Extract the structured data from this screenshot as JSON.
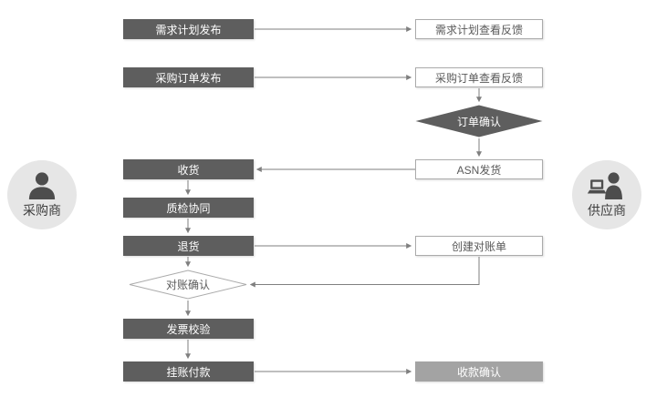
{
  "diagram": {
    "type": "flowchart",
    "actors": {
      "buyer": {
        "label": "采购商",
        "icon": "person-icon"
      },
      "supplier": {
        "label": "供应商",
        "icon": "person-laptop-icon"
      }
    },
    "nodes": {
      "demand_plan_publish": {
        "label": "需求计划发布",
        "style": "dark-filled"
      },
      "demand_plan_feedback": {
        "label": "需求计划查看反馈",
        "style": "light-outline"
      },
      "po_publish": {
        "label": "采购订单发布",
        "style": "dark-filled"
      },
      "po_feedback": {
        "label": "采购订单查看反馈",
        "style": "light-outline"
      },
      "order_confirm": {
        "label": "订单确认",
        "style": "dark-diamond"
      },
      "receive_goods": {
        "label": "收货",
        "style": "dark-filled"
      },
      "asn_ship": {
        "label": "ASN发货",
        "style": "light-outline"
      },
      "quality_check": {
        "label": "质检协同",
        "style": "dark-filled"
      },
      "return_goods": {
        "label": "退货",
        "style": "dark-filled"
      },
      "create_statement": {
        "label": "创建对账单",
        "style": "light-outline"
      },
      "reconcile_confirm": {
        "label": "对账确认",
        "style": "light-diamond"
      },
      "invoice_verify": {
        "label": "发票校验",
        "style": "dark-filled"
      },
      "payment": {
        "label": "挂账付款",
        "style": "dark-filled"
      },
      "receipt_confirm": {
        "label": "收款确认",
        "style": "medium-filled"
      }
    },
    "edges": [
      {
        "from": "demand_plan_publish",
        "to": "demand_plan_feedback"
      },
      {
        "from": "po_publish",
        "to": "po_feedback"
      },
      {
        "from": "po_feedback",
        "to": "order_confirm"
      },
      {
        "from": "order_confirm",
        "to": "asn_ship"
      },
      {
        "from": "asn_ship",
        "to": "receive_goods"
      },
      {
        "from": "receive_goods",
        "to": "quality_check"
      },
      {
        "from": "quality_check",
        "to": "return_goods"
      },
      {
        "from": "return_goods",
        "to": "create_statement"
      },
      {
        "from": "return_goods",
        "to": "reconcile_confirm"
      },
      {
        "from": "create_statement",
        "to": "reconcile_confirm"
      },
      {
        "from": "reconcile_confirm",
        "to": "invoice_verify"
      },
      {
        "from": "invoice_verify",
        "to": "payment"
      },
      {
        "from": "payment",
        "to": "receipt_confirm"
      }
    ],
    "colors": {
      "dark_node": "#5e5e5e",
      "medium_node": "#a3a3a3",
      "light_node_border": "#ababab",
      "arrow": "#7f7f7f",
      "actor_circle": "#e6e6e6",
      "icon": "#4d4d4d",
      "text_on_dark": "#ffffff",
      "text_on_light": "#595959"
    }
  }
}
